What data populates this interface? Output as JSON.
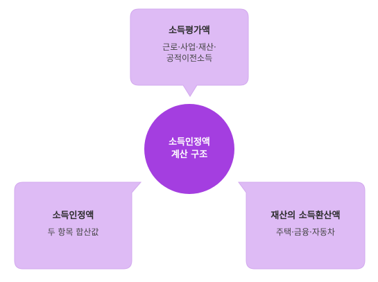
{
  "center": {
    "line1": "소득인정액",
    "line2": "계산 구조"
  },
  "top_box": {
    "title": "소득평가액",
    "desc_line1": "근로·사업·재산·",
    "desc_line2": "공적이전소득"
  },
  "left_box": {
    "title": "소득인정액",
    "desc": "두 항목 합산값"
  },
  "right_box": {
    "title": "재산의 소득환산액",
    "desc": "주택·금융·자동차"
  },
  "colors": {
    "box_fill": "#debbf5",
    "box_stroke": "#d2a8ee",
    "center_fill": "#a43ee0"
  }
}
